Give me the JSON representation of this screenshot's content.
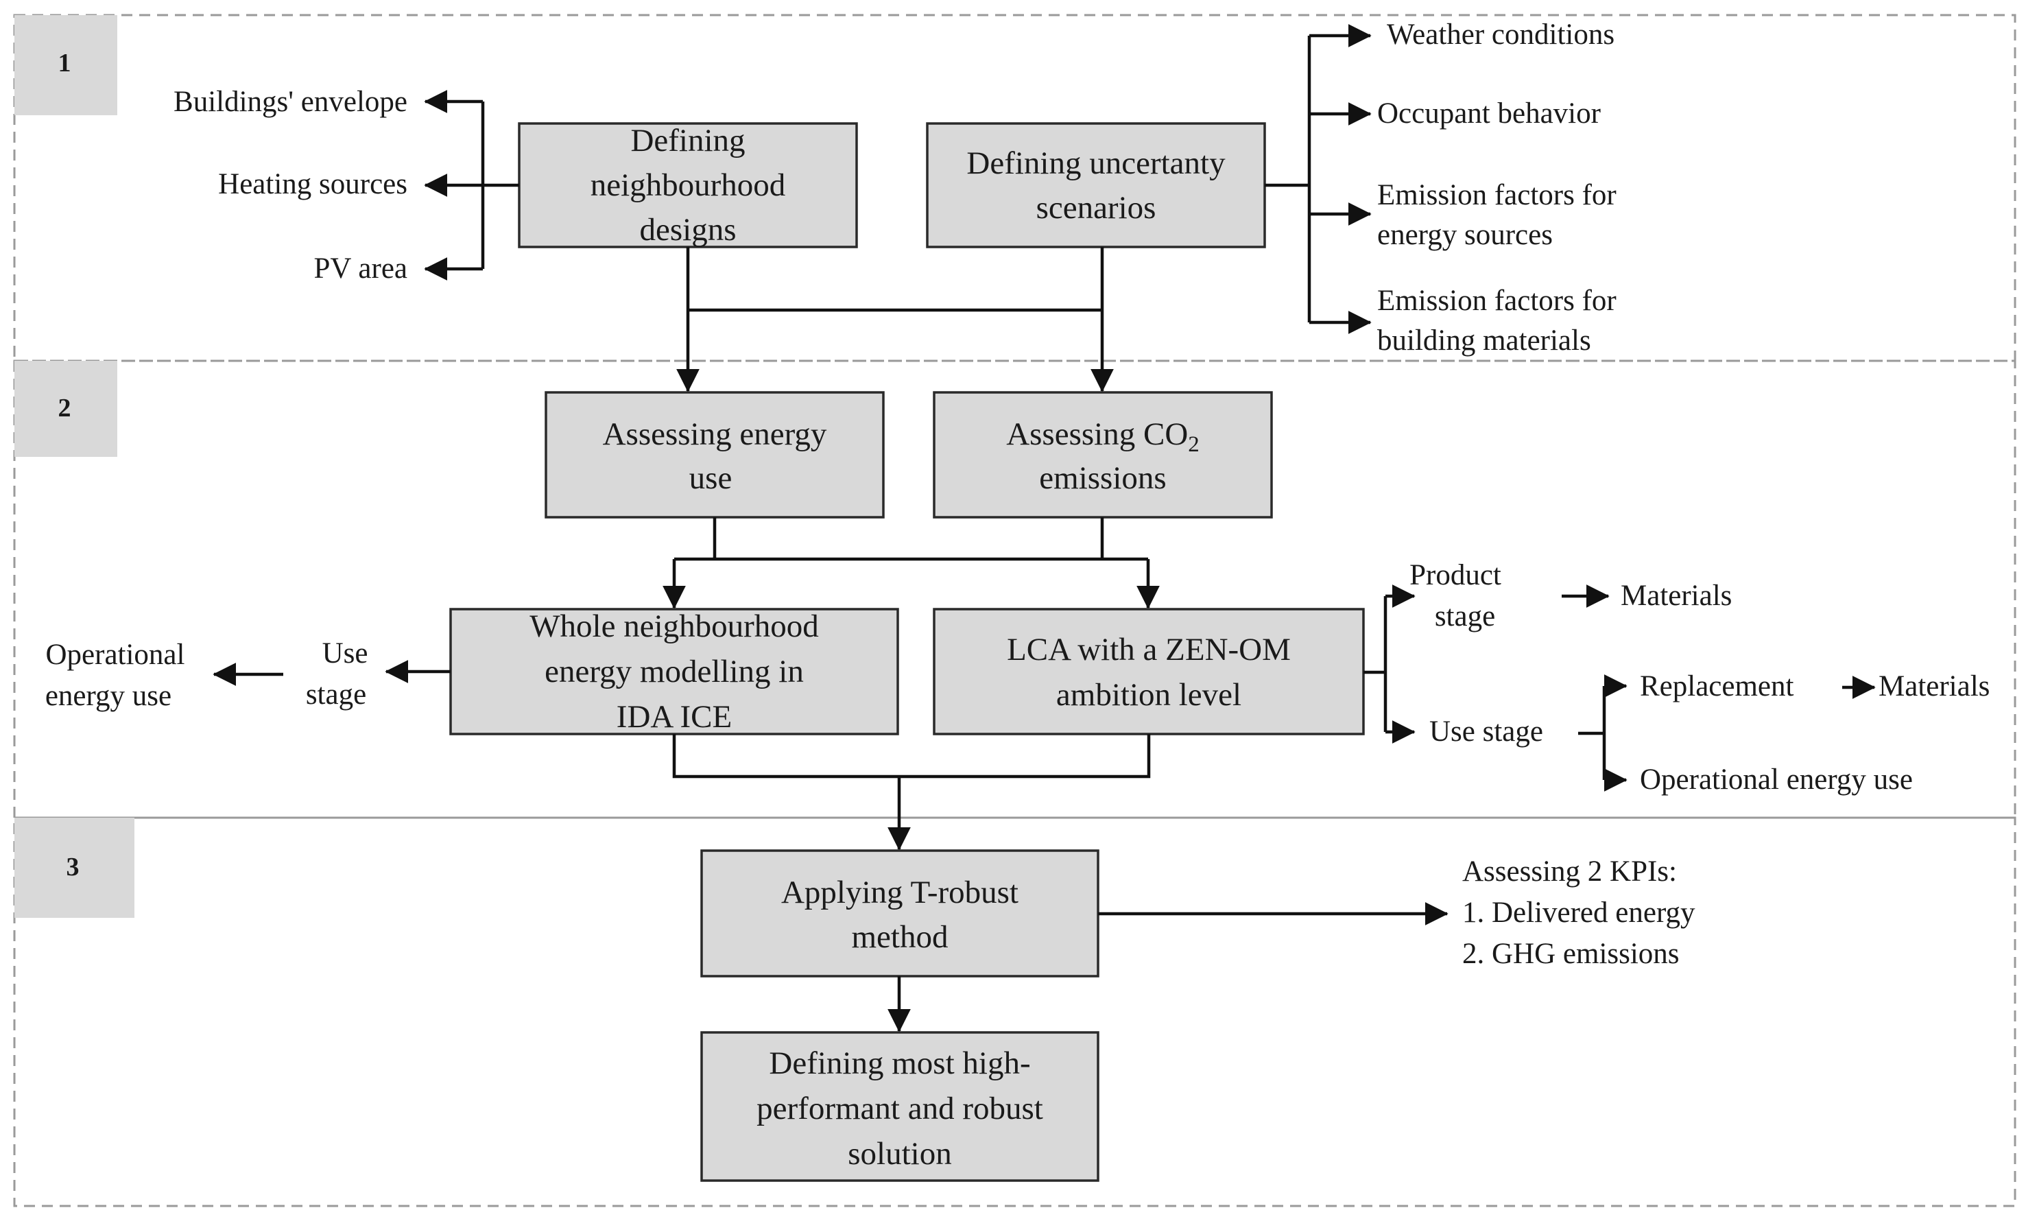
{
  "sections": [
    {
      "number": "1"
    },
    {
      "number": "2"
    },
    {
      "number": "3"
    }
  ],
  "boxes": {
    "defining_designs": [
      "Defining",
      "neighbourhood",
      "designs"
    ],
    "defining_uncertainty": [
      "Defining uncertanty",
      "scenarios"
    ],
    "assessing_energy": [
      "Assessing energy",
      "use"
    ],
    "assessing_co2": {
      "line1_main": "Assessing CO",
      "line1_sub": "2",
      "line2": "emissions"
    },
    "whole_neighbourhood": [
      "Whole neighbourhood",
      "energy modelling in",
      "IDA ICE"
    ],
    "lca": [
      "LCA with a ZEN-OM",
      "ambition level"
    ],
    "t_robust": [
      "Applying T-robust",
      "method"
    ],
    "most_robust": [
      "Defining most high-",
      "performant and robust",
      "solution"
    ]
  },
  "design_parameters": [
    "Buildings' envelope",
    "Heating sources",
    "PV area"
  ],
  "uncertainty_parameters": {
    "weather": "Weather conditions",
    "occupant": "Occupant behavior",
    "ef_energy": [
      "Emission factors for",
      "energy sources"
    ],
    "ef_materials": [
      "Emission factors for",
      "building materials"
    ]
  },
  "energy_branch": {
    "use_stage": [
      "Use",
      "stage"
    ],
    "operational": [
      "Operational",
      "energy use"
    ]
  },
  "lca_branch": {
    "product_stage": [
      "Product",
      "stage"
    ],
    "materials": "Materials",
    "use_stage": "Use stage",
    "replacement": "Replacement",
    "replacement_materials": "Materials",
    "operational_energy_use": "Operational energy use"
  },
  "kpis": {
    "heading": "Assessing 2 KPIs:",
    "items": [
      "1. Delivered energy",
      "2. GHG emissions"
    ]
  }
}
